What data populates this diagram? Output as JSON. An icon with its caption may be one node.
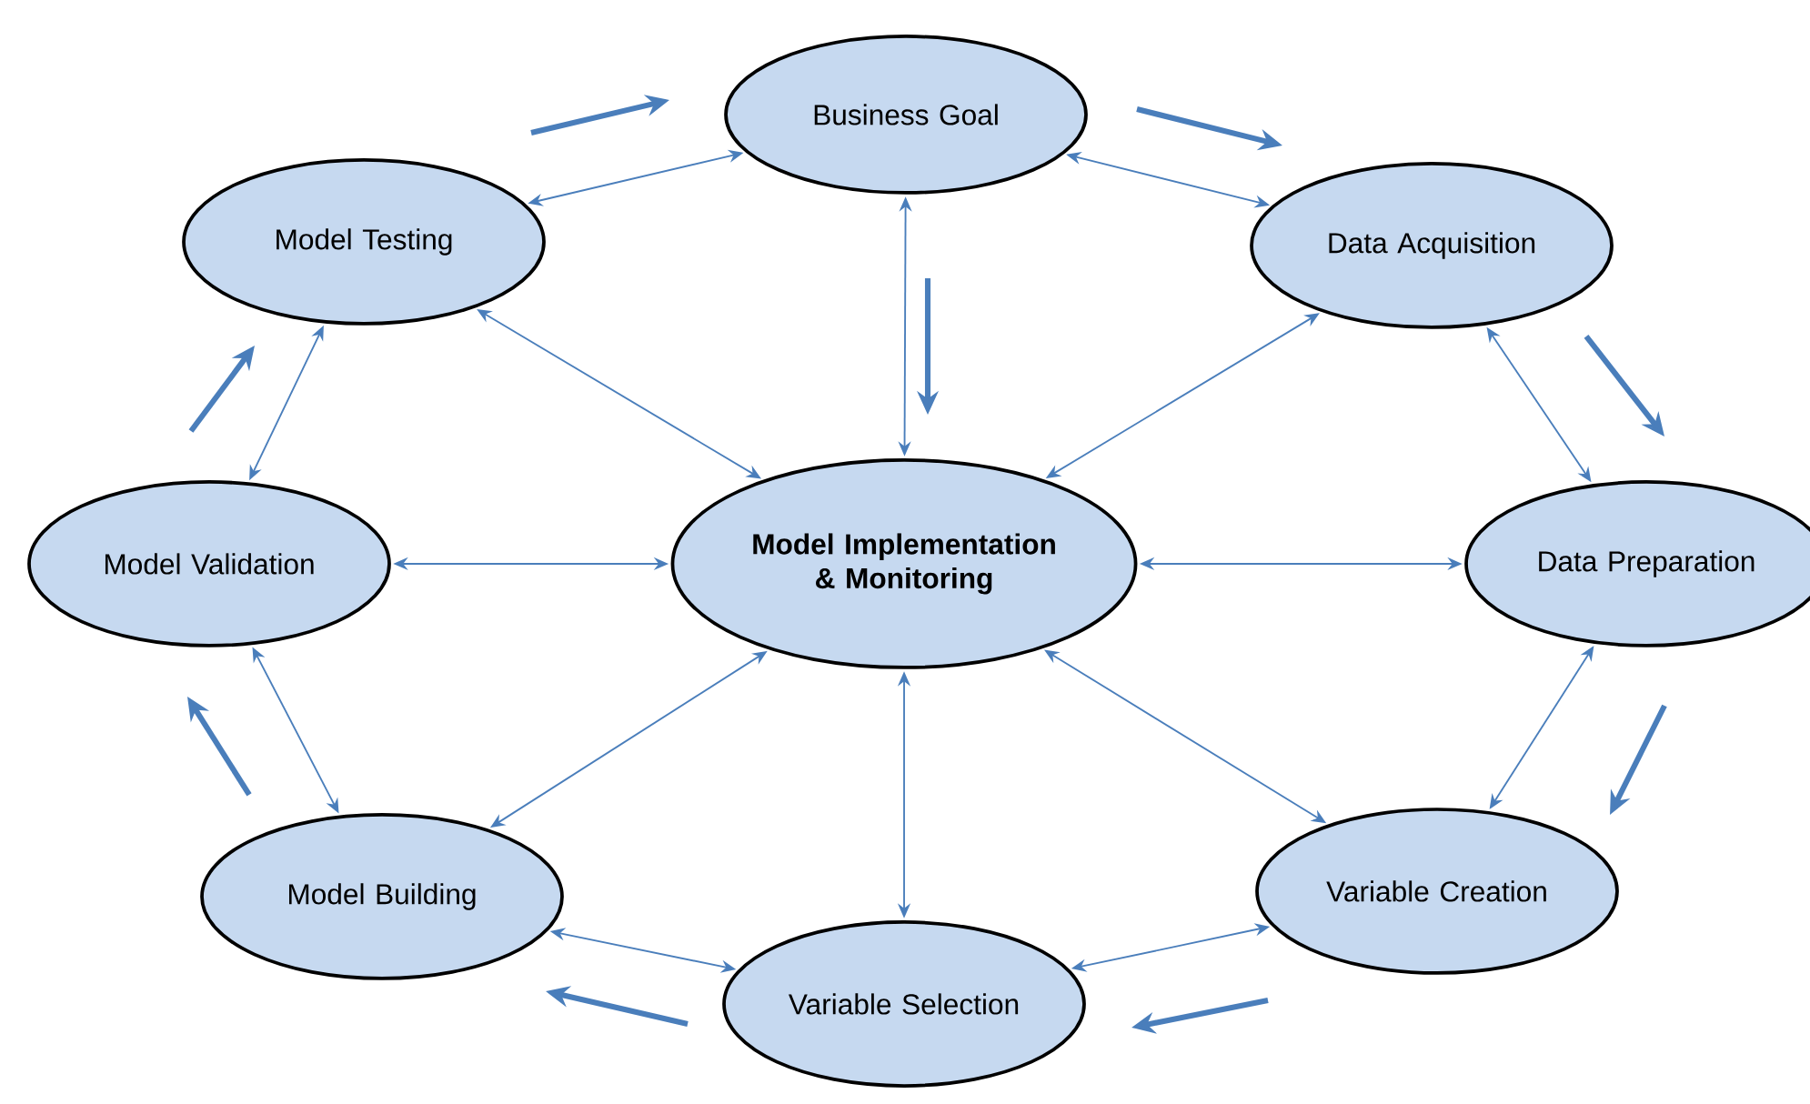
{
  "diagram": {
    "nodes": [
      {
        "text": [
          "Business Goal"
        ]
      },
      {
        "text": [
          "Data Acquisition"
        ]
      },
      {
        "text": [
          "Data Preparation"
        ]
      },
      {
        "text": [
          "Variable Creation"
        ]
      },
      {
        "text": [
          "Variable Selection"
        ]
      },
      {
        "text": [
          "Model Building"
        ]
      },
      {
        "text": [
          "Model Validation"
        ]
      },
      {
        "text": [
          "Model Testing"
        ]
      },
      {
        "text": [
          "Model Implementation & Monitoring"
        ]
      }
    ],
    "edges": [
      {
        "from": 7,
        "to": 0,
        "arrow": "both"
      },
      {
        "from": 0,
        "to": 1,
        "arrow": "both"
      },
      {
        "from": 1,
        "to": 2,
        "arrow": "both"
      },
      {
        "from": 2,
        "to": 3,
        "arrow": "both"
      },
      {
        "from": 3,
        "to": 4,
        "arrow": "both"
      },
      {
        "from": 4,
        "to": 5,
        "arrow": "both"
      },
      {
        "from": 5,
        "to": 6,
        "arrow": "both"
      },
      {
        "from": 6,
        "to": 7,
        "arrow": "both"
      },
      {
        "from": 8,
        "to": 0,
        "arrow": "both"
      },
      {
        "from": 8,
        "to": 1,
        "arrow": "both"
      },
      {
        "from": 8,
        "to": 2,
        "arrow": "both"
      },
      {
        "from": 8,
        "to": 3,
        "arrow": "both"
      },
      {
        "from": 8,
        "to": 4,
        "arrow": "both"
      },
      {
        "from": 8,
        "to": 5,
        "arrow": "both"
      },
      {
        "from": 8,
        "to": 6,
        "arrow": "both"
      },
      {
        "from": 8,
        "to": 7,
        "arrow": "both"
      }
    ]
  }
}
